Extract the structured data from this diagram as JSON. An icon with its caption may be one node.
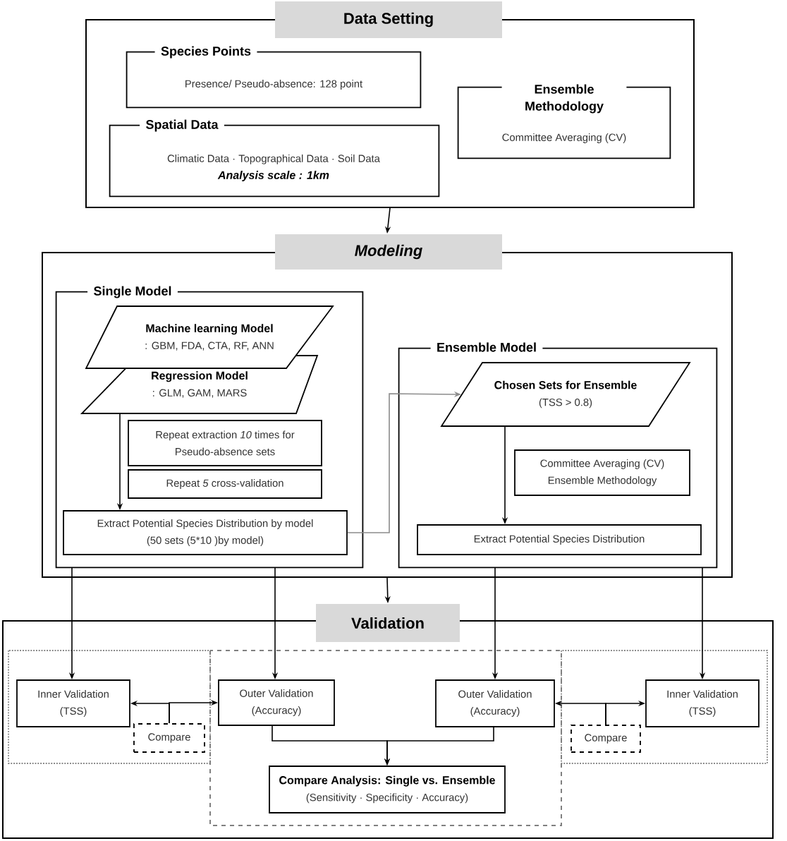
{
  "diagram": {
    "nodes": [
      {
        "text": [
          "Data Setting"
        ]
      },
      {
        "text": [
          "Species Points",
          "Presence/ Pseudo-absence: 128 point"
        ],
        "in": 0
      },
      {
        "text": [
          "Spatial Data",
          "Climatic Data · Topographical Data · Soil Data",
          "Analysis scale : 1km"
        ],
        "in": 0
      },
      {
        "text": [
          "Ensemble Methodology",
          "Committee Averaging (CV)"
        ],
        "in": 0
      },
      {
        "text": [
          "Modeling"
        ]
      },
      {
        "text": [
          "Single Model"
        ],
        "in": 4
      },
      {
        "text": [
          "Machine learning Model",
          ": GBM, FDA, CTA, RF, ANN"
        ],
        "in": 5
      },
      {
        "text": [
          "Regression Model",
          ": GLM, GAM, MARS"
        ],
        "in": 5
      },
      {
        "text": [
          "Repeat extraction *10* times for Pseudo-absence sets"
        ],
        "in": 5
      },
      {
        "text": [
          "Repeat *5* cross-validation"
        ],
        "in": 5
      },
      {
        "text": [
          "Extract Potential Species Distribution by model (50 sets (5*10 )by model)"
        ],
        "in": 5
      },
      {
        "text": [
          "Ensemble Model"
        ],
        "in": 4
      },
      {
        "text": [
          "Chosen Sets for Ensemble",
          "(TSS > 0.8)"
        ],
        "in": 11
      },
      {
        "text": [
          "Committee Averaging (CV) Ensemble Methodology"
        ],
        "in": 11
      },
      {
        "text": [
          "Extract Potential Species Distribution"
        ],
        "in": 11
      },
      {
        "text": [
          "Validation"
        ]
      },
      {
        "text": [
          "Inner Validation (TSS)"
        ],
        "in": 15
      },
      {
        "text": [
          "Compare"
        ],
        "in": 15
      },
      {
        "text": [
          "Outer Validation (Accuracy)"
        ],
        "in": 15
      },
      {
        "text": [
          "Outer Validation (Accuracy)"
        ],
        "in": 15
      },
      {
        "text": [
          "Compare"
        ],
        "in": 15
      },
      {
        "text": [
          "Inner Validation (TSS)"
        ],
        "in": 15
      },
      {
        "text": [
          "Compare Analysis: Single vs. Ensemble",
          "(Sensitivity · Specificity · Accuracy)"
        ],
        "in": 15
      }
    ],
    "edges": [
      {
        "from": 0,
        "to": 4,
        "arrow": "to"
      },
      {
        "from": 7,
        "to": 10,
        "arrow": "to"
      },
      {
        "from": 10,
        "to": 12,
        "arrow": "to",
        "color": "#8c8c8c"
      },
      {
        "from": 12,
        "to": 14,
        "arrow": "to"
      },
      {
        "from": 4,
        "to": 15,
        "arrow": "to"
      },
      {
        "from": 5,
        "to": 16,
        "arrow": "to"
      },
      {
        "from": 5,
        "to": 18,
        "arrow": "to"
      },
      {
        "from": 11,
        "to": 19,
        "arrow": "to"
      },
      {
        "from": 11,
        "to": 21,
        "arrow": "to"
      },
      {
        "from": 18,
        "to": 22,
        "arrow": "to"
      },
      {
        "from": 19,
        "to": 22,
        "arrow": "to"
      },
      {
        "from": 17,
        "to": 16,
        "arrow": "to"
      },
      {
        "from": 17,
        "to": 18,
        "arrow": "to"
      },
      {
        "from": 20,
        "to": 19,
        "arrow": "to"
      },
      {
        "from": 20,
        "to": 21,
        "arrow": "to"
      }
    ]
  }
}
